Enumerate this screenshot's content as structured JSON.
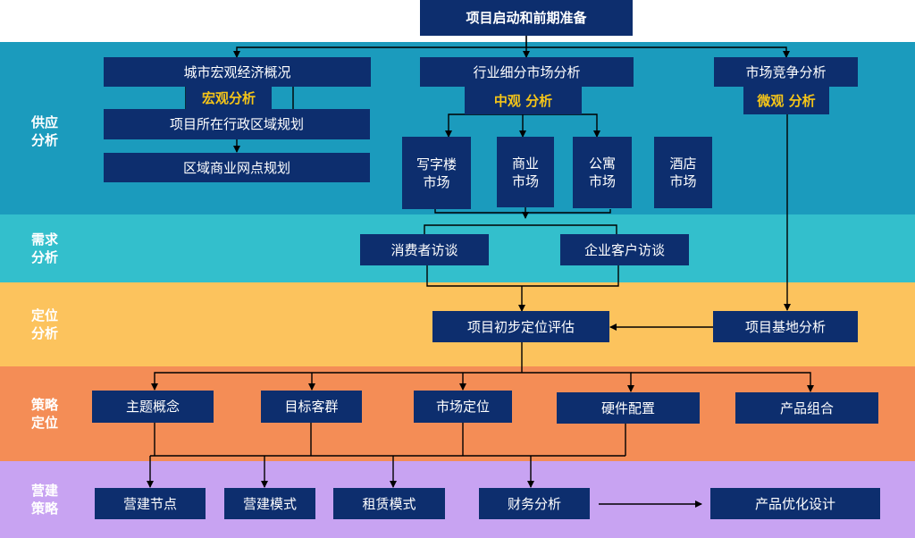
{
  "colors": {
    "box": "#0d2e6e",
    "gold_text": "#f5c518",
    "band_supply": "#1b9bbd",
    "band_demand": "#33bfcc",
    "band_position": "#fcc35d",
    "band_strategy": "#f48d56",
    "band_build": "#c8a3f2"
  },
  "bands": {
    "supply": "供应\n分析",
    "demand": "需求\n分析",
    "position": "定位\n分析",
    "strategy": "策略\n定位",
    "build": "营建\n策略"
  },
  "top": {
    "start": "项目启动和前期准备"
  },
  "supply": {
    "macro_env": "城市宏观经济概况",
    "macro_label": "宏观分析",
    "district_plan": "项目所在行政区域规划",
    "retail_plan": "区域商业网点规划",
    "industry": "行业细分市场分析",
    "meso_label": "中观 分析",
    "office": "写字楼\n市场",
    "commerce": "商业\n市场",
    "apartment": "公寓\n市场",
    "hotel": "酒店\n市场",
    "competition": "市场竞争分析",
    "micro_label": "微观 分析"
  },
  "demand": {
    "consumer": "消费者访谈",
    "enterprise": "企业客户访谈"
  },
  "position": {
    "initial": "项目初步定位评估",
    "site": "项目基地分析"
  },
  "strategy": {
    "theme": "主题概念",
    "target": "目标客群",
    "market_pos": "市场定位",
    "hardware": "硬件配置",
    "product_mix": "产品组合"
  },
  "build": {
    "nodes": "营建节点",
    "mode": "营建模式",
    "lease": "租赁模式",
    "finance": "财务分析",
    "optimize": "产品优化设计"
  }
}
